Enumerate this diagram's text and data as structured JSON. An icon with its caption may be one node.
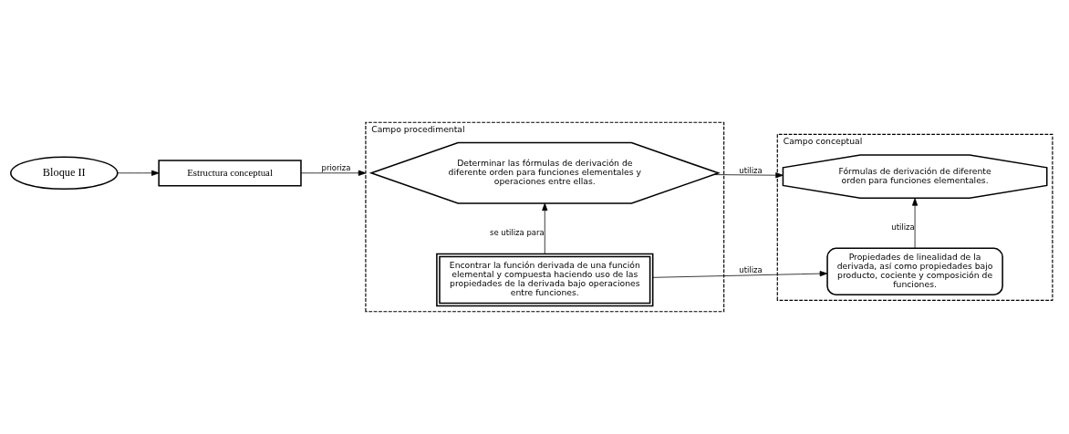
{
  "diagram": {
    "nodes": [
      {
        "text": [
          "Bloque II"
        ]
      },
      {
        "text": [
          "Estructura conceptual"
        ]
      },
      {
        "text": [
          "Campo procedimental"
        ]
      },
      {
        "text": [
          "Determinar las fórmulas de derivación de diferente orden para funciones elementales y operaciones entre ellas."
        ],
        "in": 2
      },
      {
        "text": [
          "Encontrar la función derivada de una función elemental y compuesta haciendo uso de las propiedades de la derivada bajo operaciones entre funciones."
        ],
        "in": 2
      },
      {
        "text": [
          "Campo conceptual"
        ]
      },
      {
        "text": [
          "Fórmulas de derivación de diferente orden para funciones elementales."
        ],
        "in": 5
      },
      {
        "text": [
          "Propiedades de linealidad de la derivada, así como propiedades bajo producto, cociente y composición de funciones."
        ],
        "in": 5
      }
    ],
    "edges": [
      {
        "from": 0,
        "to": 1,
        "arrow": "to"
      },
      {
        "from": 1,
        "to": 2,
        "arrow": "to",
        "label": "prioriza"
      },
      {
        "from": 4,
        "to": 3,
        "arrow": "to",
        "label": "se utiliza para"
      },
      {
        "from": 3,
        "to": 6,
        "arrow": "to",
        "label": "utiliza"
      },
      {
        "from": 4,
        "to": 7,
        "arrow": "to",
        "label": "utiliza"
      },
      {
        "from": 7,
        "to": 6,
        "arrow": "to",
        "label": "utiliza"
      }
    ]
  }
}
